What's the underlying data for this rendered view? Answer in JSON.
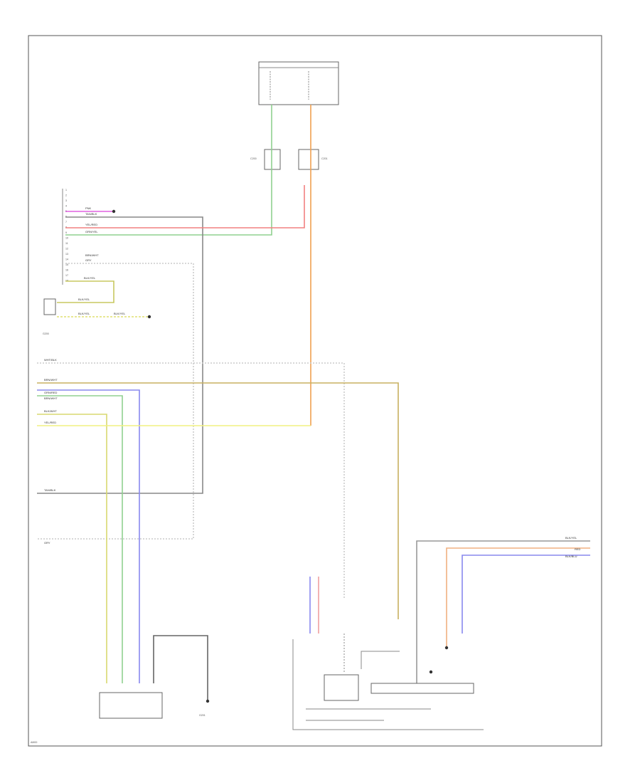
{
  "diagram_code": "AM00",
  "components": {
    "fuse_block": {
      "left": "",
      "right": ""
    },
    "module": {
      "name": "",
      "pins": [
        "1",
        "2",
        "3",
        "4",
        "5",
        "6",
        "7",
        "8",
        "9",
        "10",
        "11",
        "12",
        "13",
        "14",
        "15",
        "16",
        "17",
        "18"
      ]
    },
    "ground_left": "G200",
    "junction_top_left": "C200",
    "junction_top_right": "C201",
    "ground_bottom_left": "G201",
    "bottom_left_connector": "",
    "combo_box": "",
    "bottom_right_bar": "",
    "bottom_caption": ""
  },
  "wire_labels": {
    "pink": "PNK",
    "tan_blk": "TAN/BLK",
    "yel_red": "YEL/RED",
    "grn_yel": "GRN/YEL",
    "brn_wht": "BRN/WHT",
    "gry": "GRY",
    "blk_yel": "BLK/YEL",
    "blk_yel_2": "BLK/YEL",
    "blk_yel_3": "BLK/YEL",
    "blk_yel_4": "BLK/YEL",
    "wht_blk": "WHT/BLK",
    "brn_wht_2": "BRN/WHT",
    "grn_red": "GRN/RED",
    "brn_wht_3": "BRN/WHT",
    "blk_wht": "BLK/WHT",
    "yel_red_2": "YEL/RED",
    "tan_blk_2": "TAN/BLK",
    "gry_2": "GRY",
    "blk_yel_5": "BLK/YEL",
    "red": "RED",
    "blk_blu": "BLK/BLU"
  }
}
